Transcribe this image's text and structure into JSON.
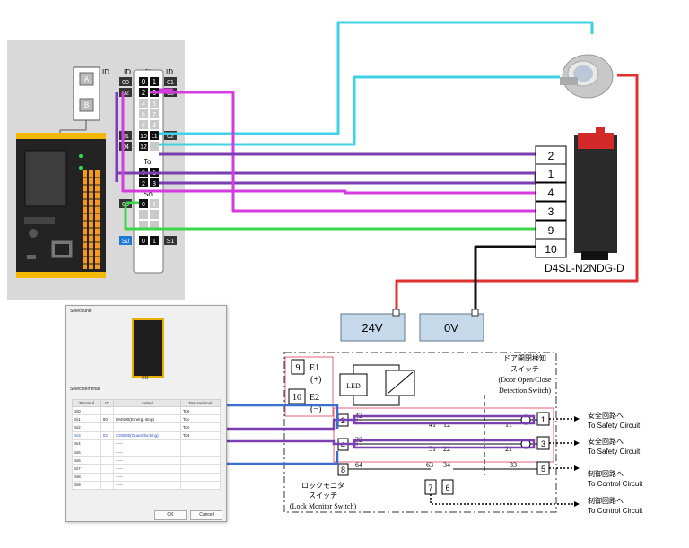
{
  "wiring": {
    "id_label_left": "ID",
    "id_label_mid": "ID",
    "id_label_right": "ID",
    "si_label": "Si",
    "to_label": "To",
    "so_label": "So",
    "sd_box_labels": [
      "A",
      "B"
    ],
    "si_left": [
      "00",
      "02"
    ],
    "si_top": [
      "0",
      "1",
      "2",
      "3"
    ],
    "si_right_top": [
      "01",
      "03"
    ],
    "si_mid_left": [
      "01",
      "04"
    ],
    "si_mid": [
      "10",
      "11",
      "12"
    ],
    "si_mid_right": [
      "02"
    ],
    "so_left": [
      "03"
    ],
    "so_bottom_left": "S0",
    "so_bottom_right": "S1",
    "so_bottom": [
      "0",
      "1"
    ],
    "terminals": [
      "2",
      "1",
      "4",
      "3",
      "9",
      "10"
    ],
    "device_name": "D4SL-N2NDG-D",
    "power": [
      "24V",
      "0V"
    ]
  },
  "dialog": {
    "title": "Select unit",
    "unit_caption": "CO",
    "terminal_title": "Select terminal",
    "columns": [
      "Terminal",
      "ID",
      "Label",
      "Test terminal"
    ],
    "rows": [
      [
        "Si0",
        "",
        "",
        "To0"
      ],
      [
        "Si1",
        "00",
        "EMS00(Emerg. stop)",
        "To1"
      ],
      [
        "Si2",
        "",
        "",
        "To2"
      ],
      [
        "Si3",
        "02",
        "GSW00(Guard locking)",
        "To3"
      ],
      [
        "Si4",
        "",
        "-----",
        ""
      ],
      [
        "Si5",
        "",
        "-----",
        ""
      ],
      [
        "Si6",
        "",
        "-----",
        ""
      ],
      [
        "Si7",
        "",
        "-----",
        ""
      ],
      [
        "Si8",
        "",
        "-----",
        ""
      ],
      [
        "Si9",
        "",
        "-----",
        ""
      ]
    ],
    "ok": "OK",
    "cancel": "Cancel"
  },
  "schematic": {
    "e1": "E1",
    "e1_sign": "(+)",
    "e2": "E2",
    "e2_sign": "(−)",
    "num9": "9",
    "num10": "10",
    "led": "LED",
    "door_jp1": "ドア開閉検知",
    "door_jp2": "スイッチ",
    "door_en1": "(Door Open/Close",
    "door_en2": "Detection Switch)",
    "term_nums": [
      "2",
      "4",
      "8",
      "1",
      "3",
      "5",
      "7",
      "6"
    ],
    "contact_labels": [
      "42",
      "41",
      "12",
      "32",
      "51",
      "22",
      "11",
      "21",
      "64",
      "63",
      "34",
      "33"
    ],
    "safety_jp": "安全回路へ",
    "safety_en": "To Safety Circuit",
    "control_jp": "制御回路へ",
    "control_en": "To Control Circuit",
    "lock_jp1": "ロックモニタ",
    "lock_jp2": "スイッチ",
    "lock_en": "(Lock Monitor Switch)"
  },
  "colors": {
    "cyan": "#3fd2e6",
    "purple": "#7a3fb0",
    "magenta": "#d63be0",
    "green": "#3bd64a",
    "red": "#e03030",
    "black": "#111111",
    "blue_frame": "#3a6fd0",
    "pink_frame": "#e0607a"
  },
  "icons": [
    "controller-unit-image",
    "pushbutton-switch-image",
    "guard-lock-switch-image"
  ]
}
